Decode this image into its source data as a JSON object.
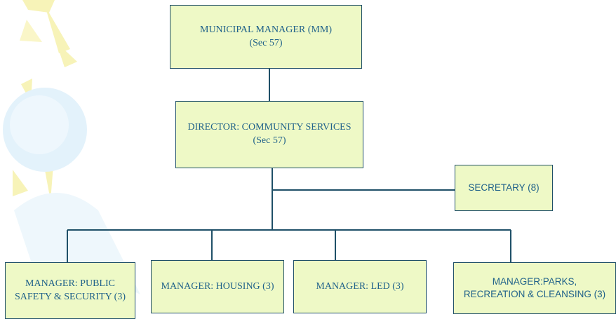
{
  "colors": {
    "box_fill": "#eef9c6",
    "box_border": "#1f5068",
    "connector": "#1f5068",
    "text": "#20628a",
    "decor_yellow": "#f7f3b8",
    "decor_blue": "#e3f2fb"
  },
  "nodes": {
    "mm": {
      "line1": "MUNICIPAL MANAGER (MM)",
      "line2": "(Sec 57)"
    },
    "director": {
      "line1": "DIRECTOR: COMMUNITY SERVICES",
      "line2": "(Sec 57)"
    },
    "secretary": {
      "line1": "SECRETARY (8)"
    },
    "public_safety": {
      "line1": "MANAGER: PUBLIC",
      "line2": "SAFETY & SECURITY (3)"
    },
    "housing": {
      "line1": "MANAGER: HOUSING (3)"
    },
    "led": {
      "line1": "MANAGER: LED (3)"
    },
    "parks": {
      "line1": "MANAGER:PARKS,",
      "line2": "RECREATION & CLEANSING (3)"
    }
  }
}
